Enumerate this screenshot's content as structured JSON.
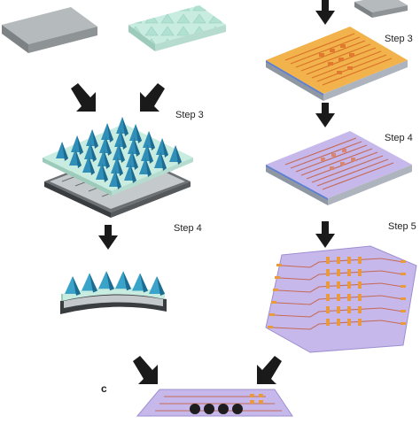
{
  "labels": {
    "step3_left": "Step 3",
    "step4_left": "Step 4",
    "step3_right": "Step 3",
    "step4_right": "Step 4",
    "step5_right": "Step 5",
    "panel_c": "c"
  },
  "colors": {
    "substrate_gray": "#8e9396",
    "substrate_gray_top": "#b5babd",
    "glass_green": "#c8ece0",
    "pyramid_blue": "#3aa3c9",
    "electrode_orange": "#f2b24c",
    "electrode_trace": "#d9732a",
    "wafer_purple": "#c7b8ec",
    "wafer_blue_edge": "#5b7fd6",
    "arrow": "#1a1a1a"
  }
}
